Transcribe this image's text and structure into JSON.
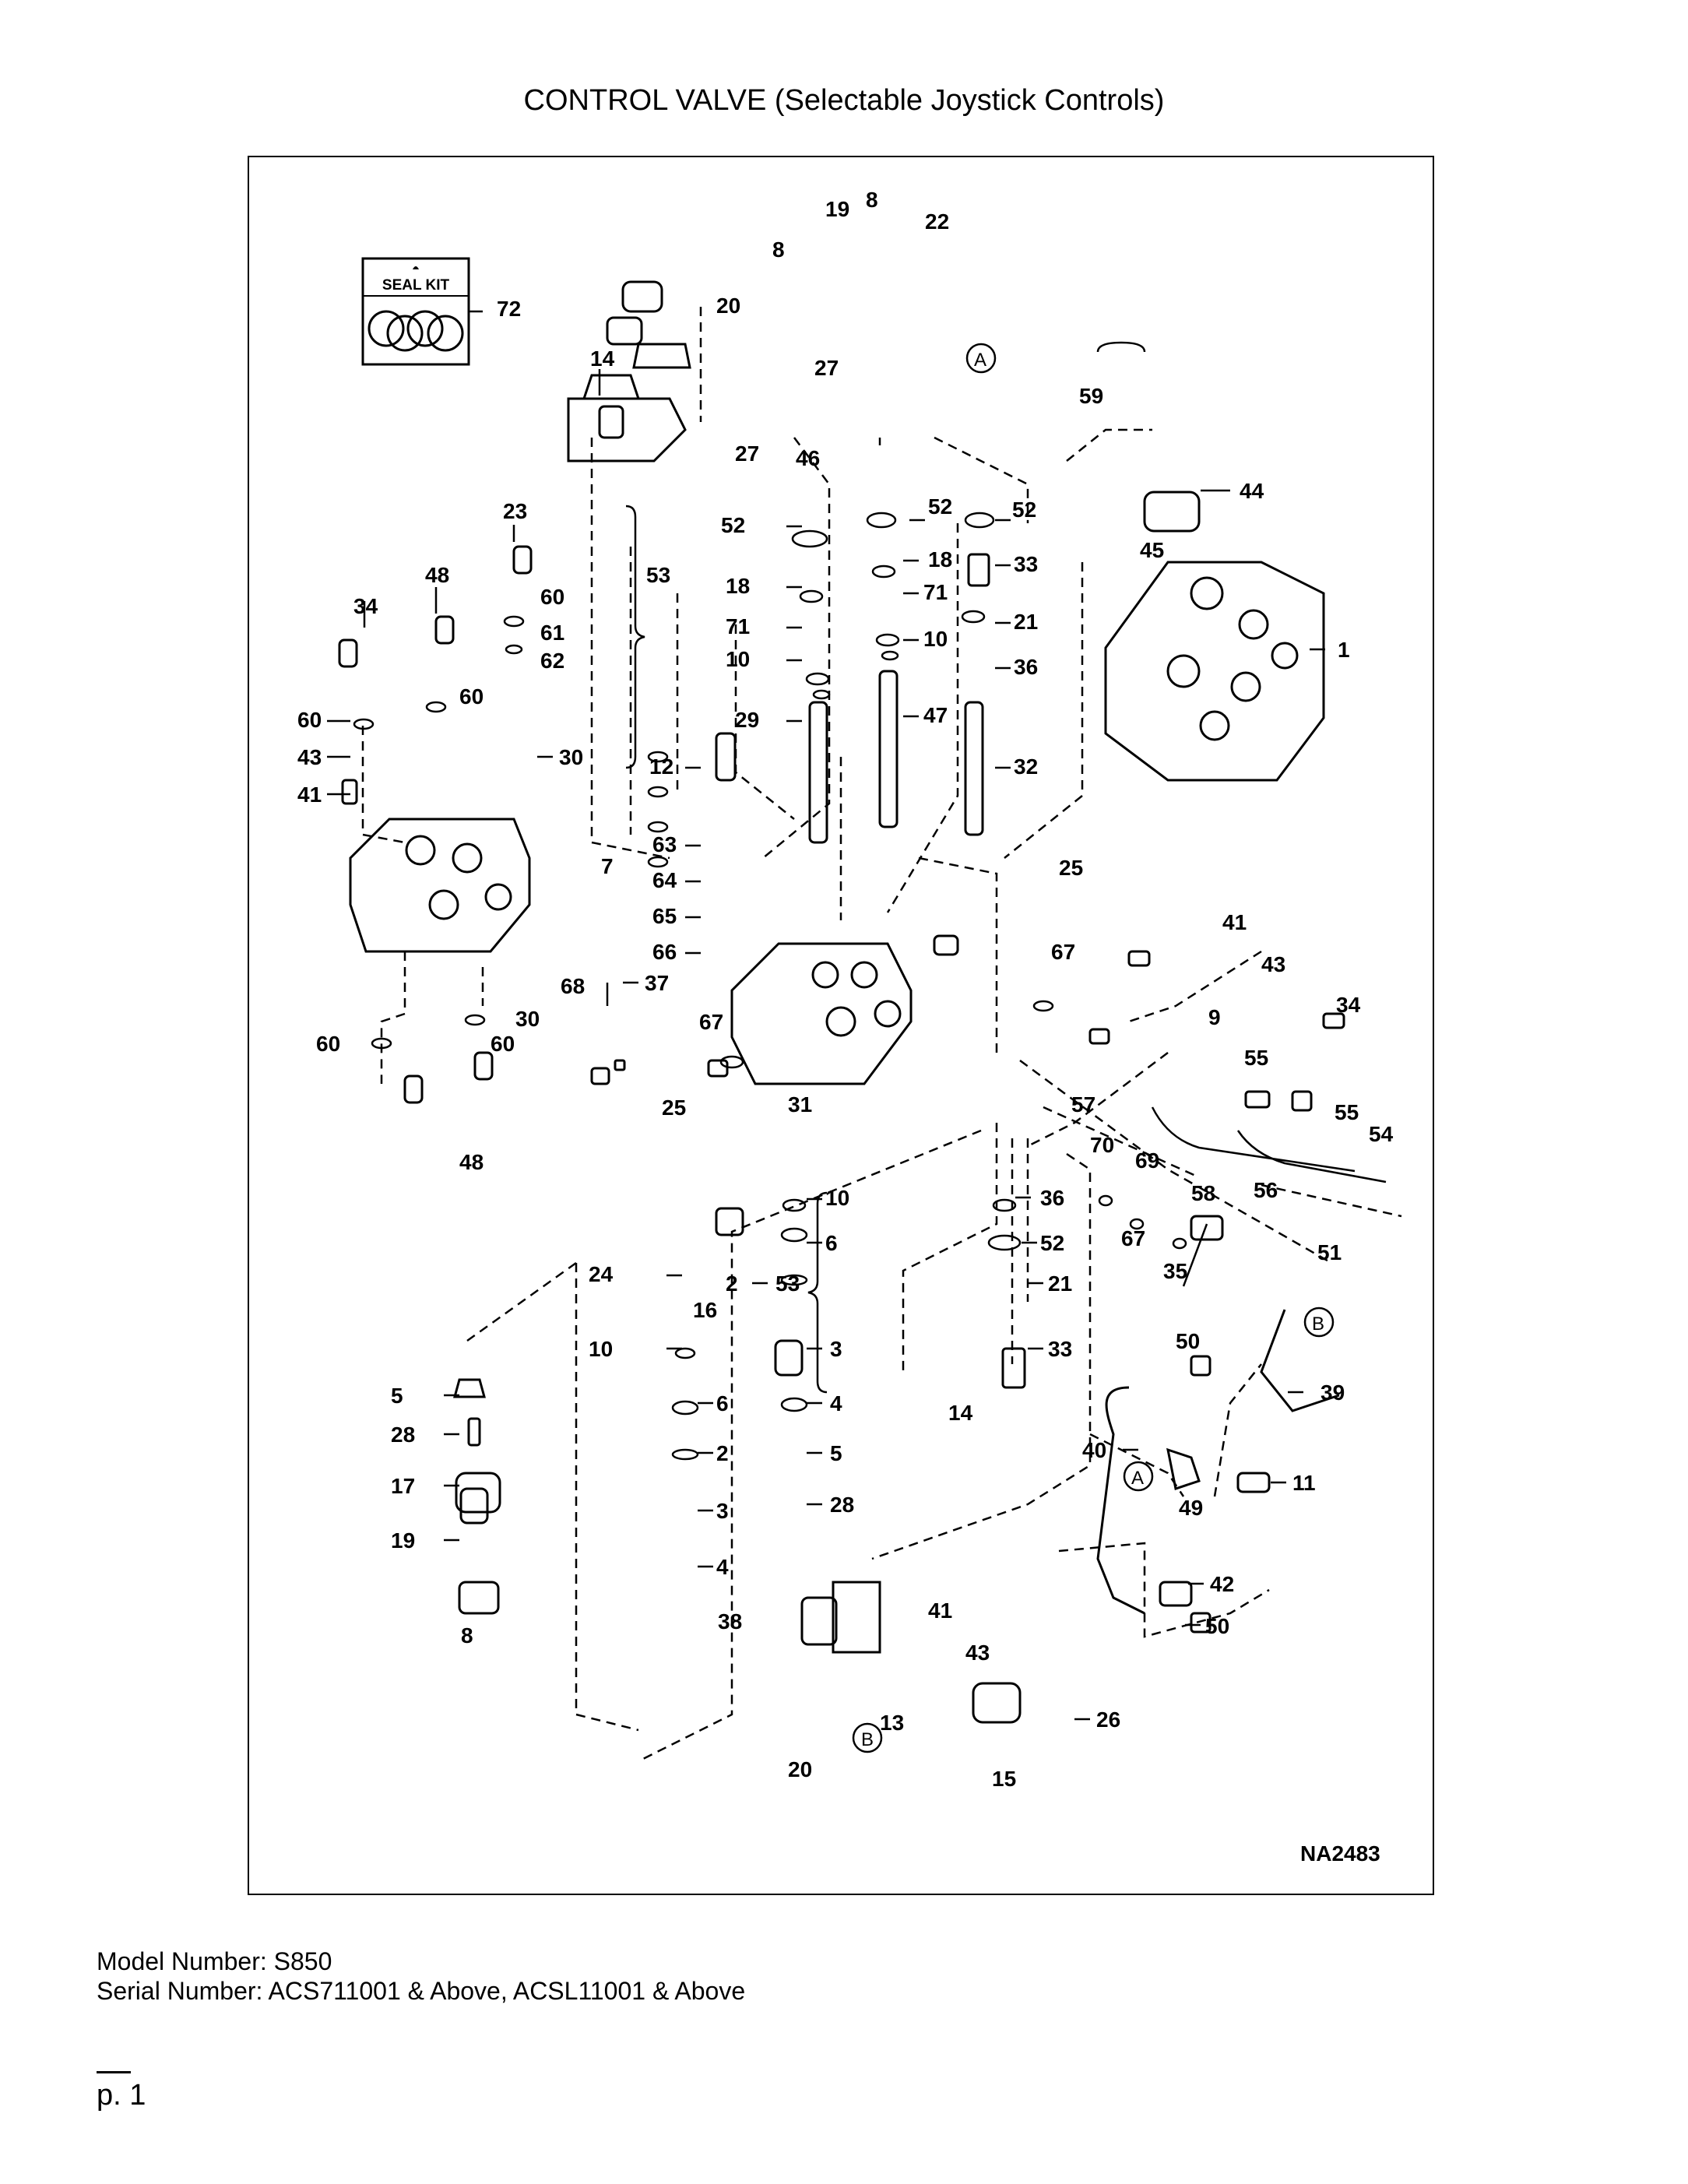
{
  "page": {
    "title": "CONTROL VALVE (Selectable Joystick Controls)",
    "model_number": "Model Number: S850",
    "serial_number": "Serial Number: ACS711001 & Above, ACSL11001 & Above",
    "page_number": "p. 1"
  },
  "diagram": {
    "figure_id": "NA2483",
    "seal_kit_label": "SEAL KIT",
    "callouts": [
      {
        "id": "c72",
        "text": "72"
      },
      {
        "id": "c14a",
        "text": "14"
      },
      {
        "id": "c53a",
        "text": "53"
      },
      {
        "id": "c23",
        "text": "23"
      },
      {
        "id": "c48a",
        "text": "48"
      },
      {
        "id": "c60a",
        "text": "60"
      },
      {
        "id": "c61",
        "text": "61"
      },
      {
        "id": "c62",
        "text": "62"
      },
      {
        "id": "c60b",
        "text": "60"
      },
      {
        "id": "c34a",
        "text": "34"
      },
      {
        "id": "c60c",
        "text": "60"
      },
      {
        "id": "c43a",
        "text": "43"
      },
      {
        "id": "c41a",
        "text": "41"
      },
      {
        "id": "c30a",
        "text": "30"
      },
      {
        "id": "c7",
        "text": "7"
      },
      {
        "id": "c68",
        "text": "68"
      },
      {
        "id": "c37",
        "text": "37"
      },
      {
        "id": "c30b",
        "text": "30"
      },
      {
        "id": "c60d",
        "text": "60"
      },
      {
        "id": "c60e",
        "text": "60"
      },
      {
        "id": "c48b",
        "text": "48"
      },
      {
        "id": "c19a",
        "text": "19"
      },
      {
        "id": "c8a",
        "text": "8"
      },
      {
        "id": "c22",
        "text": "22"
      },
      {
        "id": "c8b",
        "text": "8"
      },
      {
        "id": "c20a",
        "text": "20"
      },
      {
        "id": "c27a",
        "text": "27"
      },
      {
        "id": "c27b",
        "text": "27"
      },
      {
        "id": "c46",
        "text": "46"
      },
      {
        "id": "cA1",
        "text": "A"
      },
      {
        "id": "c59",
        "text": "59"
      },
      {
        "id": "c44",
        "text": "44"
      },
      {
        "id": "c45",
        "text": "45"
      },
      {
        "id": "c1",
        "text": "1"
      },
      {
        "id": "c52a",
        "text": "52"
      },
      {
        "id": "c52b",
        "text": "52"
      },
      {
        "id": "c52c",
        "text": "52"
      },
      {
        "id": "c18a",
        "text": "18"
      },
      {
        "id": "c18b",
        "text": "18"
      },
      {
        "id": "c33a",
        "text": "33"
      },
      {
        "id": "c71a",
        "text": "71"
      },
      {
        "id": "c71b",
        "text": "71"
      },
      {
        "id": "c21a",
        "text": "21"
      },
      {
        "id": "c10a",
        "text": "10"
      },
      {
        "id": "c10b",
        "text": "10"
      },
      {
        "id": "c36a",
        "text": "36"
      },
      {
        "id": "c29",
        "text": "29"
      },
      {
        "id": "c47",
        "text": "47"
      },
      {
        "id": "c12",
        "text": "12"
      },
      {
        "id": "c32",
        "text": "32"
      },
      {
        "id": "c63",
        "text": "63"
      },
      {
        "id": "c64",
        "text": "64"
      },
      {
        "id": "c65",
        "text": "65"
      },
      {
        "id": "c66",
        "text": "66"
      },
      {
        "id": "c25a",
        "text": "25"
      },
      {
        "id": "c67a",
        "text": "67"
      },
      {
        "id": "c67b",
        "text": "67"
      },
      {
        "id": "c25b",
        "text": "25"
      },
      {
        "id": "c31",
        "text": "31"
      },
      {
        "id": "c41b",
        "text": "41"
      },
      {
        "id": "c43b",
        "text": "43"
      },
      {
        "id": "c34b",
        "text": "34"
      },
      {
        "id": "c9",
        "text": "9"
      },
      {
        "id": "c55a",
        "text": "55"
      },
      {
        "id": "c57",
        "text": "57"
      },
      {
        "id": "c55b",
        "text": "55"
      },
      {
        "id": "c54",
        "text": "54"
      },
      {
        "id": "c70",
        "text": "70"
      },
      {
        "id": "c69",
        "text": "69"
      },
      {
        "id": "c58",
        "text": "58"
      },
      {
        "id": "c56",
        "text": "56"
      },
      {
        "id": "c67c",
        "text": "67"
      },
      {
        "id": "c35",
        "text": "35"
      },
      {
        "id": "c51",
        "text": "51"
      },
      {
        "id": "cB1",
        "text": "B"
      },
      {
        "id": "c39",
        "text": "39"
      },
      {
        "id": "c50a",
        "text": "50"
      },
      {
        "id": "c40",
        "text": "40"
      },
      {
        "id": "cA2",
        "text": "A"
      },
      {
        "id": "c49",
        "text": "49"
      },
      {
        "id": "c11",
        "text": "11"
      },
      {
        "id": "c42",
        "text": "42"
      },
      {
        "id": "c50b",
        "text": "50"
      },
      {
        "id": "c10c",
        "text": "10"
      },
      {
        "id": "c6a",
        "text": "6"
      },
      {
        "id": "c36b",
        "text": "36"
      },
      {
        "id": "c52d",
        "text": "52"
      },
      {
        "id": "c24",
        "text": "24"
      },
      {
        "id": "c2a",
        "text": "2"
      },
      {
        "id": "c53b",
        "text": "53"
      },
      {
        "id": "c21b",
        "text": "21"
      },
      {
        "id": "c16",
        "text": "16"
      },
      {
        "id": "c10d",
        "text": "10"
      },
      {
        "id": "c3a",
        "text": "3"
      },
      {
        "id": "c33b",
        "text": "33"
      },
      {
        "id": "c5a",
        "text": "5"
      },
      {
        "id": "c6b",
        "text": "6"
      },
      {
        "id": "c4a",
        "text": "4"
      },
      {
        "id": "c28a",
        "text": "28"
      },
      {
        "id": "c14b",
        "text": "14"
      },
      {
        "id": "c2b",
        "text": "2"
      },
      {
        "id": "c5b",
        "text": "5"
      },
      {
        "id": "c17",
        "text": "17"
      },
      {
        "id": "c3b",
        "text": "3"
      },
      {
        "id": "c28b",
        "text": "28"
      },
      {
        "id": "c19b",
        "text": "19"
      },
      {
        "id": "c4b",
        "text": "4"
      },
      {
        "id": "c8c",
        "text": "8"
      },
      {
        "id": "c38",
        "text": "38"
      },
      {
        "id": "c41c",
        "text": "41"
      },
      {
        "id": "c43c",
        "text": "43"
      },
      {
        "id": "c26",
        "text": "26"
      },
      {
        "id": "c13",
        "text": "13"
      },
      {
        "id": "cB2",
        "text": "B"
      },
      {
        "id": "c20b",
        "text": "20"
      },
      {
        "id": "c15",
        "text": "15"
      }
    ]
  }
}
